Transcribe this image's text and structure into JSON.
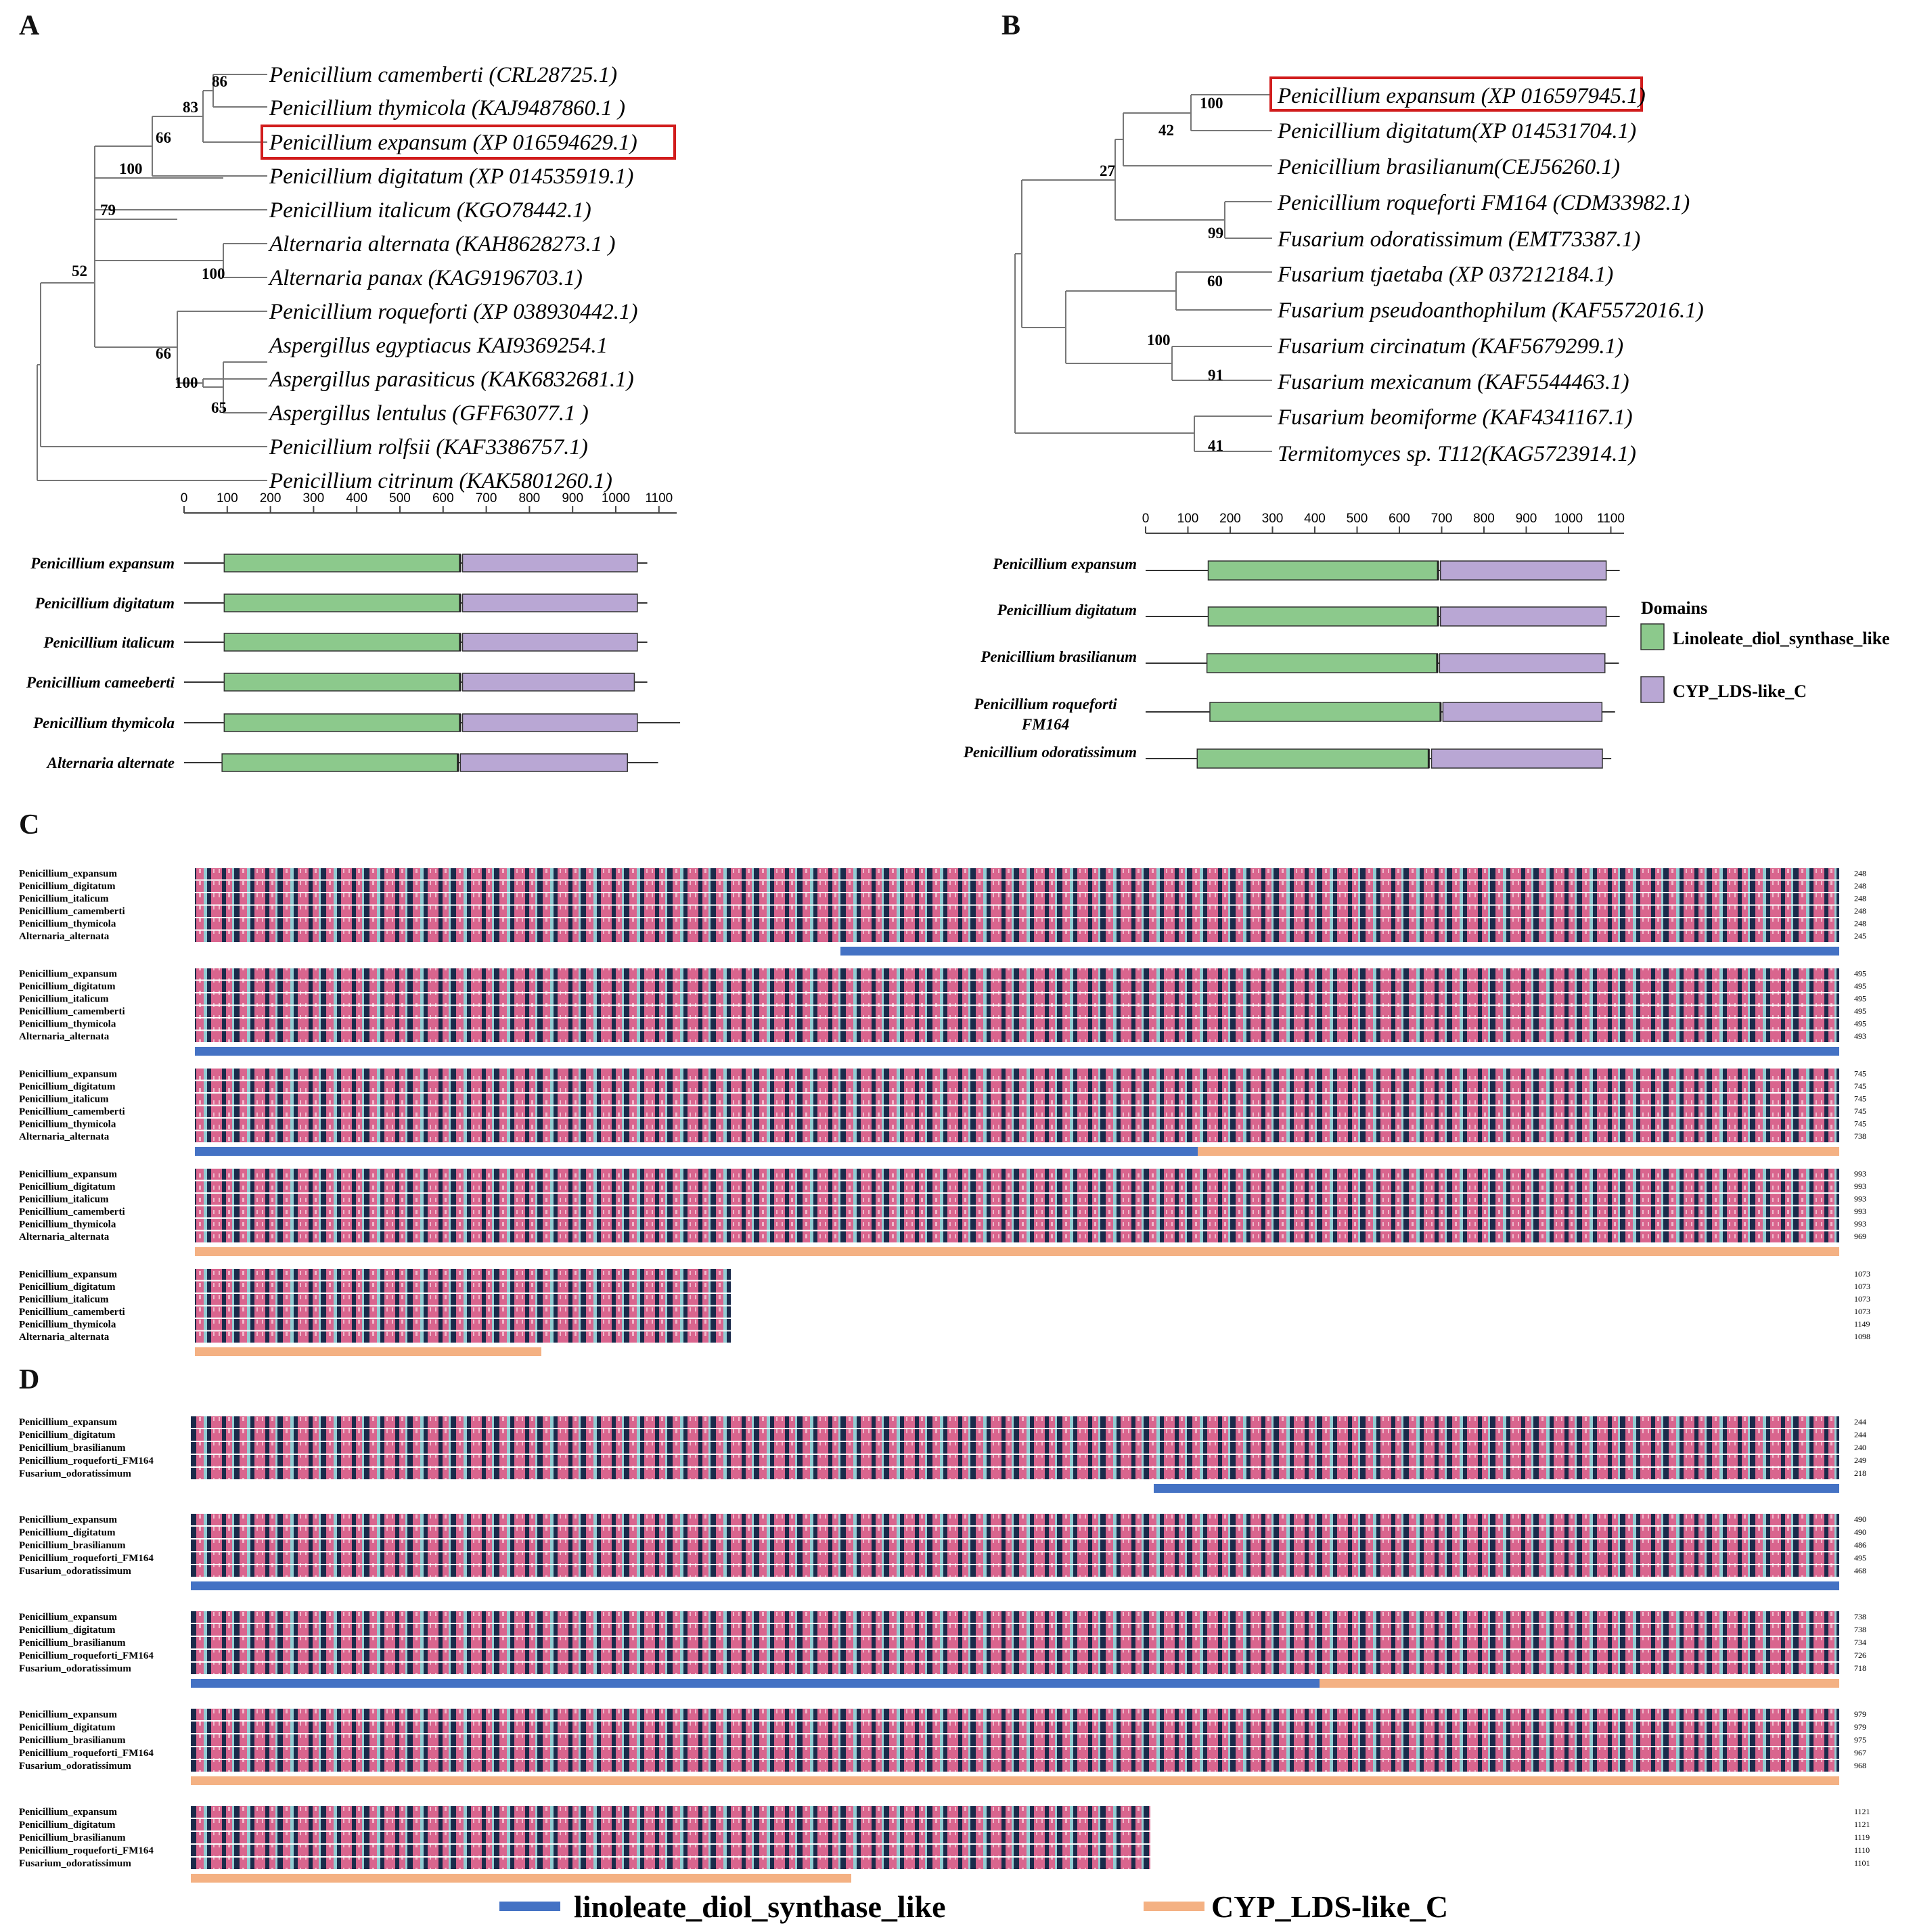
{
  "panels": {
    "a": "A",
    "b": "B",
    "c": "C",
    "d": "D"
  },
  "colors": {
    "branch": "#777777",
    "highlight_box": "#d11c1c",
    "linoleate_domain_fill": "#8cc98c",
    "cyp_domain_fill": "#b9a7d4",
    "alignment_blue_bar": "#4472c4",
    "alignment_orange_bar": "#f4b183",
    "residue_identical": "#1a2a4a",
    "residue_similar": "#d9658e",
    "residue_weak": "#92cdd3"
  },
  "tree_a": {
    "taxa": [
      "Penicillium camemberti (CRL28725.1)",
      "Penicillium thymicola (KAJ9487860.1 )",
      "Penicillium expansum (XP 016594629.1)",
      "Penicillium digitatum (XP 014535919.1)",
      "Penicillium italicum (KGO78442.1)",
      "Alternaria alternata (KAH8628273.1 )",
      "Alternaria panax (KAG9196703.1)",
      "Penicillium roqueforti (XP 038930442.1)",
      "Aspergillus egyptiacus KAI9369254.1",
      "Aspergillus parasiticus (KAK6832681.1)",
      "Aspergillus lentulus (GFF63077.1 )",
      "Penicillium rolfsii (KAF3386757.1)",
      "Penicillium citrinum (KAK5801260.1)"
    ],
    "bootstraps": [
      "86",
      "83",
      "66",
      "100",
      "79",
      "100",
      "52",
      "66",
      "100",
      "65"
    ]
  },
  "tree_b": {
    "taxa": [
      "Penicillium expansum (XP 016597945.1)",
      "Penicillium digitatum(XP 014531704.1)",
      "Penicillium brasilianum(CEJ56260.1)",
      "Penicillium roqueforti FM164 (CDM33982.1)",
      "Fusarium odoratissimum (EMT73387.1)",
      "Fusarium tjaetaba (XP 037212184.1)",
      "Fusarium pseudoanthophilum (KAF5572016.1)",
      "Fusarium circinatum (KAF5679299.1)",
      "Fusarium mexicanum (KAF5544463.1)",
      "Fusarium beomiforme (KAF4341167.1)",
      "Termitomyces sp. T112(KAG5723914.1)"
    ],
    "bootstraps": [
      "100",
      "42",
      "27",
      "99",
      "60",
      "100",
      "91",
      "41"
    ]
  },
  "domains_a": {
    "axis_ticks": [
      "0",
      "100",
      "200",
      "300",
      "400",
      "500",
      "600",
      "700",
      "800",
      "900",
      "1000",
      "1100"
    ],
    "proteins": [
      {
        "name": "Penicillium expansum",
        "length": 1073,
        "lds": [
          93,
          640
        ],
        "cyp": [
          645,
          1050
        ]
      },
      {
        "name": "Penicillium digitatum",
        "length": 1073,
        "lds": [
          93,
          640
        ],
        "cyp": [
          645,
          1050
        ]
      },
      {
        "name": "Penicillium italicum",
        "length": 1073,
        "lds": [
          93,
          640
        ],
        "cyp": [
          645,
          1050
        ]
      },
      {
        "name": "Penicillium cameeberti",
        "length": 1073,
        "lds": [
          93,
          640
        ],
        "cyp": [
          645,
          1043
        ]
      },
      {
        "name": "Penicillium thymicola",
        "length": 1149,
        "lds": [
          93,
          640
        ],
        "cyp": [
          645,
          1050
        ]
      },
      {
        "name": "Alternaria alternate",
        "length": 1098,
        "lds": [
          88,
          635
        ],
        "cyp": [
          640,
          1027
        ]
      }
    ]
  },
  "domains_b": {
    "axis_ticks": [
      "0",
      "100",
      "200",
      "300",
      "400",
      "500",
      "600",
      "700",
      "800",
      "900",
      "1000",
      "1100"
    ],
    "proteins": [
      {
        "name": "Penicillium expansum",
        "name_line2": "",
        "start": 0,
        "length": 1121,
        "lds": [
          148,
          692
        ],
        "cyp": [
          697,
          1089
        ]
      },
      {
        "name": "Penicillium digitatum",
        "name_line2": "",
        "start": 0,
        "length": 1121,
        "lds": [
          148,
          692
        ],
        "cyp": [
          697,
          1089
        ]
      },
      {
        "name": "Penicillium brasilianum",
        "name_line2": "",
        "start": 0,
        "length": 1119,
        "lds": [
          145,
          690
        ],
        "cyp": [
          695,
          1086
        ]
      },
      {
        "name": "Penicillium roqueforti",
        "name_line2": "FM164",
        "start": 0,
        "length": 1110,
        "lds": [
          152,
          698
        ],
        "cyp": [
          703,
          1079
        ]
      },
      {
        "name": "Penicillium odoratissimum",
        "name_line2": "",
        "start": 0,
        "length": 1101,
        "lds": [
          122,
          670
        ],
        "cyp": [
          676,
          1080
        ]
      }
    ],
    "legend_title": "Domains",
    "legend_items": [
      "Linoleate_diol_synthase_like",
      "CYP_LDS-like_C"
    ]
  },
  "alignment_c": {
    "species": [
      "Penicillium_expansum",
      "Penicillium_digitatum",
      "Penicillium_italicum",
      "Penicillium_camemberti",
      "Penicillium_thymicola",
      "Alternaria_alternata"
    ],
    "blocks": [
      {
        "counts": [
          "248",
          "248",
          "248",
          "248",
          "248",
          "245"
        ]
      },
      {
        "counts": [
          "495",
          "495",
          "495",
          "495",
          "495",
          "493"
        ]
      },
      {
        "counts": [
          "745",
          "745",
          "745",
          "745",
          "745",
          "738"
        ]
      },
      {
        "counts": [
          "993",
          "993",
          "993",
          "993",
          "993",
          "969"
        ]
      },
      {
        "counts": [
          "1073",
          "1073",
          "1073",
          "1073",
          "1149",
          "1098"
        ]
      }
    ]
  },
  "alignment_d": {
    "species": [
      "Penicillium_expansum",
      "Penicillium_digitatum",
      "Penicillium_brasilianum",
      "Penicillium_roqueforti_FM164",
      "Fusarium_odoratissimum"
    ],
    "blocks": [
      {
        "counts": [
          "244",
          "244",
          "240",
          "249",
          "218"
        ]
      },
      {
        "counts": [
          "490",
          "490",
          "486",
          "495",
          "468"
        ]
      },
      {
        "counts": [
          "738",
          "738",
          "734",
          "726",
          "718"
        ]
      },
      {
        "counts": [
          "979",
          "979",
          "975",
          "967",
          "968"
        ]
      },
      {
        "counts": [
          "1121",
          "1121",
          "1119",
          "1110",
          "1101"
        ]
      }
    ]
  },
  "bottom_legend": {
    "items": [
      "linoleate_diol_synthase_like",
      "CYP_LDS-like_C"
    ]
  }
}
